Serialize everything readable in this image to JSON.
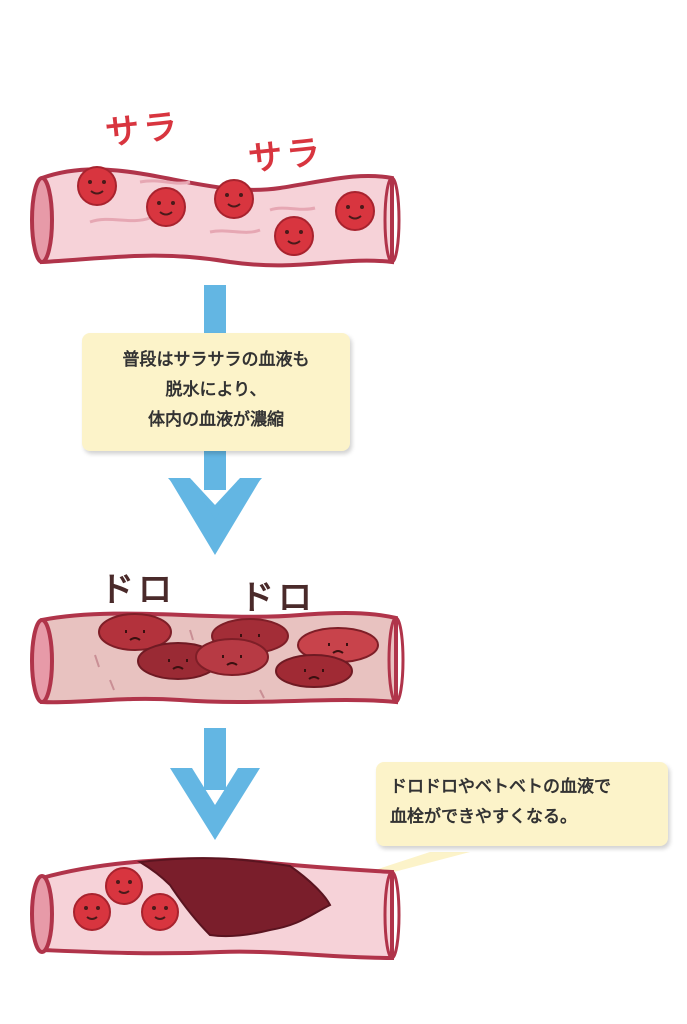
{
  "labels": {
    "sara1": "サラ",
    "sara2": "サラ",
    "doro1": "ドロ",
    "doro2": "ドロ"
  },
  "note1": {
    "lines": [
      "普段はサラサラの血液も",
      "脱水により、",
      "体内の血液が濃縮"
    ]
  },
  "note2": {
    "lines": [
      "ドロドロやベトベトの血液で",
      "血栓ができやすくなる。"
    ]
  },
  "colors": {
    "vessel_outline": "#b0344a",
    "vessel_fill": "#f4c9d0",
    "cell": "#d8353f",
    "clot": "#7a1e2b",
    "arrow": "#63b6e3",
    "note_bg": "#fcf3c9"
  }
}
